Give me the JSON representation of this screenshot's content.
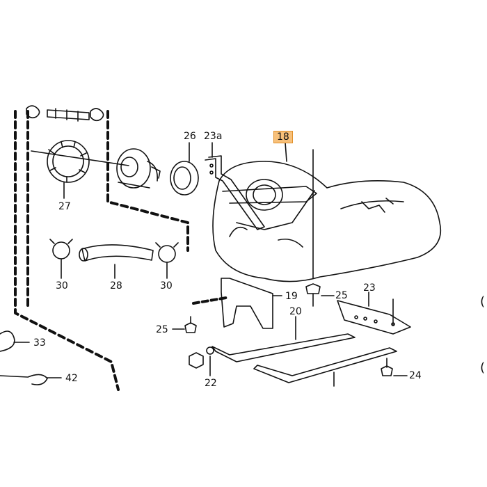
{
  "diagram": {
    "highlight_color": "#f7c07a",
    "highlight_border": "#e0902a",
    "line_color": "#111111",
    "callouts": {
      "p18": "18",
      "p19": "19",
      "p20": "20",
      "p22": "22",
      "p23": "23",
      "p23a": "23a",
      "p24": "24",
      "p25_top": "25",
      "p25_left": "25",
      "p26": "26",
      "p27": "27",
      "p28": "28",
      "p30_left": "30",
      "p30_right": "30",
      "p33": "33",
      "p42": "42"
    },
    "edge_marks": [
      "(",
      "("
    ]
  }
}
